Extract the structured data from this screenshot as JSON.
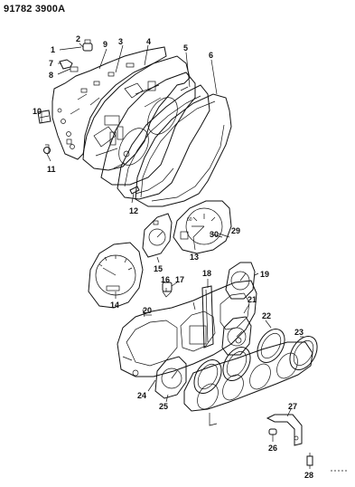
{
  "header": {
    "code": "91782 3900A"
  },
  "callouts": [
    {
      "id": "c1",
      "text": "1"
    },
    {
      "id": "c2",
      "text": "2"
    },
    {
      "id": "c3",
      "text": "3"
    },
    {
      "id": "c4",
      "text": "4"
    },
    {
      "id": "c5",
      "text": "5"
    },
    {
      "id": "c6",
      "text": "6"
    },
    {
      "id": "c7",
      "text": "7"
    },
    {
      "id": "c8",
      "text": "8"
    },
    {
      "id": "c9",
      "text": "9"
    },
    {
      "id": "c10",
      "text": "10"
    },
    {
      "id": "c11",
      "text": "11"
    },
    {
      "id": "c12",
      "text": "12"
    },
    {
      "id": "c13",
      "text": "13"
    },
    {
      "id": "c14",
      "text": "14"
    },
    {
      "id": "c15",
      "text": "15"
    },
    {
      "id": "c16",
      "text": "16"
    },
    {
      "id": "c17",
      "text": "17"
    },
    {
      "id": "c18",
      "text": "18"
    },
    {
      "id": "c19",
      "text": "19"
    },
    {
      "id": "c20",
      "text": "20"
    },
    {
      "id": "c21",
      "text": "21"
    },
    {
      "id": "c22",
      "text": "22"
    },
    {
      "id": "c23",
      "text": "23"
    },
    {
      "id": "c24",
      "text": "24"
    },
    {
      "id": "c25",
      "text": "25"
    },
    {
      "id": "c26",
      "text": "26"
    },
    {
      "id": "c27",
      "text": "27"
    },
    {
      "id": "c28",
      "text": "28"
    },
    {
      "id": "c29",
      "text": "29"
    },
    {
      "id": "c30",
      "text": "30"
    }
  ]
}
